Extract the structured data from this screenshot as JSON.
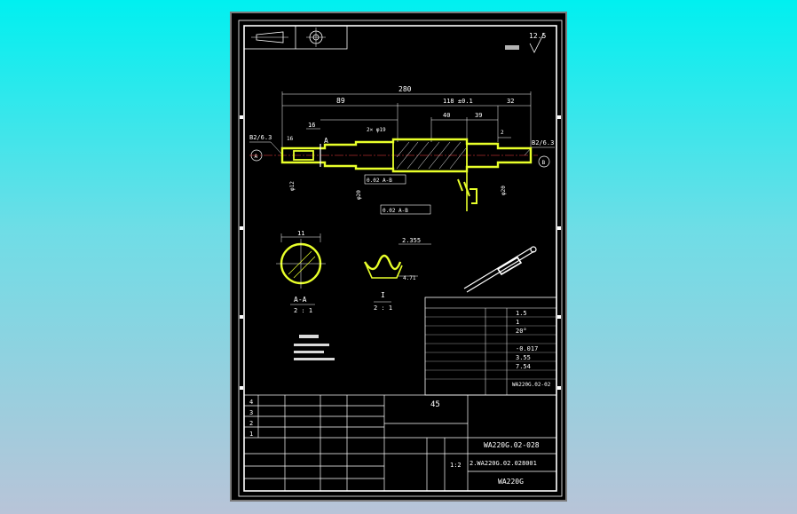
{
  "surface_roughness": {
    "value": "12.5"
  },
  "dimensions": {
    "overall": "280",
    "left_seg": "89",
    "center_seg": "118 ±0.1",
    "spline_len": "40",
    "right_mid": "39",
    "right_end": "32",
    "keyway_len": "16",
    "chamfer": "2× φ19",
    "shoulder": "16",
    "left_dia": "φ12",
    "center_dia": "φ20",
    "right_dia": "φ20",
    "step": "2"
  },
  "labels": {
    "center_hole_left": "B2/6.3",
    "center_hole_right": "B2/6.3",
    "section_mark": "A",
    "datum_left": "A",
    "datum_right": "B",
    "tol_frame_1": "0.02 A-B",
    "tol_frame_2": "0.02 A-B"
  },
  "section_view": {
    "dim": "11",
    "title": "A-A",
    "scale": "2 : 1"
  },
  "detail_view": {
    "dim_top": "2.355",
    "dim_side": "4.71",
    "title": "I",
    "scale": "2 : 1"
  },
  "param_table": {
    "values": [
      "1.5",
      "1",
      "20°",
      "",
      "-0.017",
      "3.55",
      "7.54",
      ""
    ],
    "footer": "WA220G.02-02"
  },
  "title_block": {
    "rev_rows": [
      "4",
      "3",
      "2",
      "1"
    ],
    "material": "45",
    "drawing_no_1": "WA220G.02-028",
    "drawing_no_2": "2.WA220G.02.028001",
    "product": "WA220G",
    "scale": "1:2"
  },
  "colors": {
    "highlight": "#e8ff2a",
    "lines": "#ffffff",
    "dims": "#ffffff",
    "centerline": "#ff4040"
  }
}
